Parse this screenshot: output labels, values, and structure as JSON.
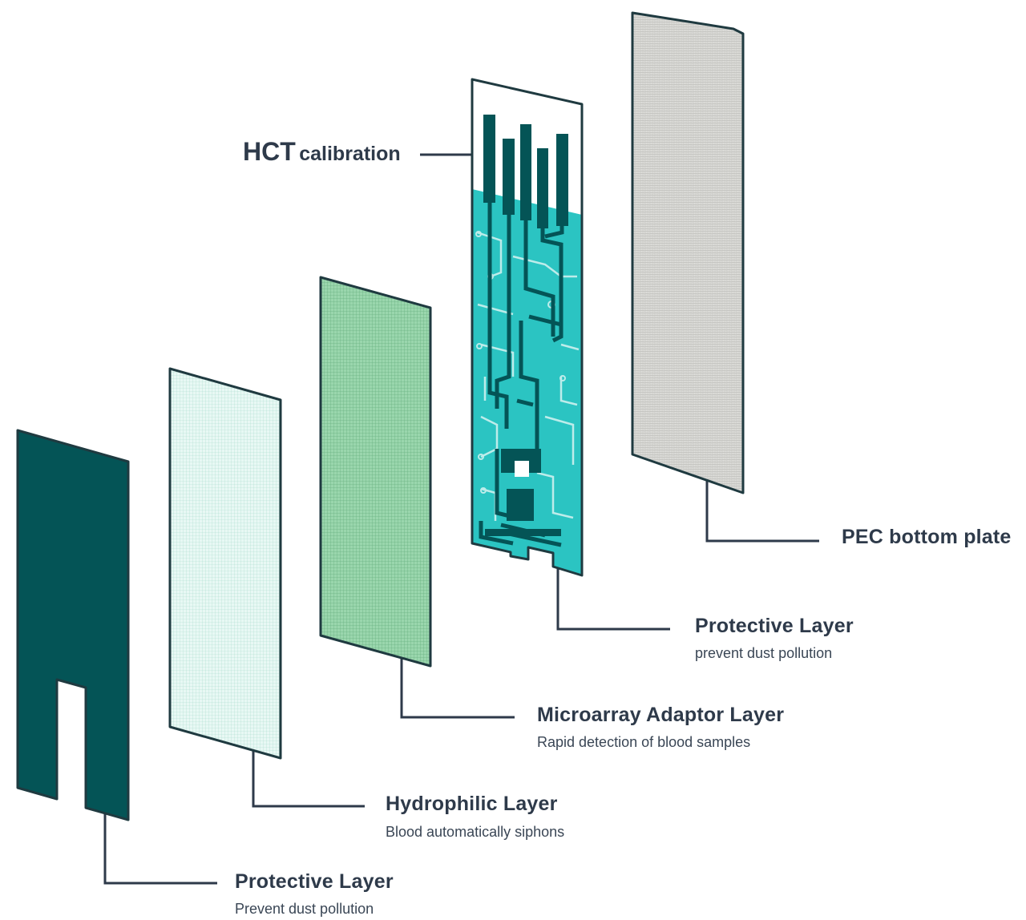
{
  "hct": {
    "big": "HCT",
    "small": "calibration"
  },
  "pec": {
    "title": "PEC bottom plate"
  },
  "protective_top": {
    "title": "Protective Layer",
    "subtitle": "prevent dust pollution"
  },
  "microarray": {
    "title": "Microarray Adaptor Layer",
    "subtitle": "Rapid detection of blood samples"
  },
  "hydrophilic": {
    "title": "Hydrophilic Layer",
    "subtitle": "Blood automatically siphons"
  },
  "protective_bottom": {
    "title": "Protective Layer",
    "subtitle": "Prevent dust pollution"
  },
  "colors": {
    "outline": "#1f3a40",
    "dark_teal": "#045456",
    "mint": "#e6f7f3",
    "green": "#8fcfa3",
    "circuit_bg": "#2bc4c2",
    "grey_plate": "#d6d6d3",
    "leader": "#2e3a4a"
  }
}
